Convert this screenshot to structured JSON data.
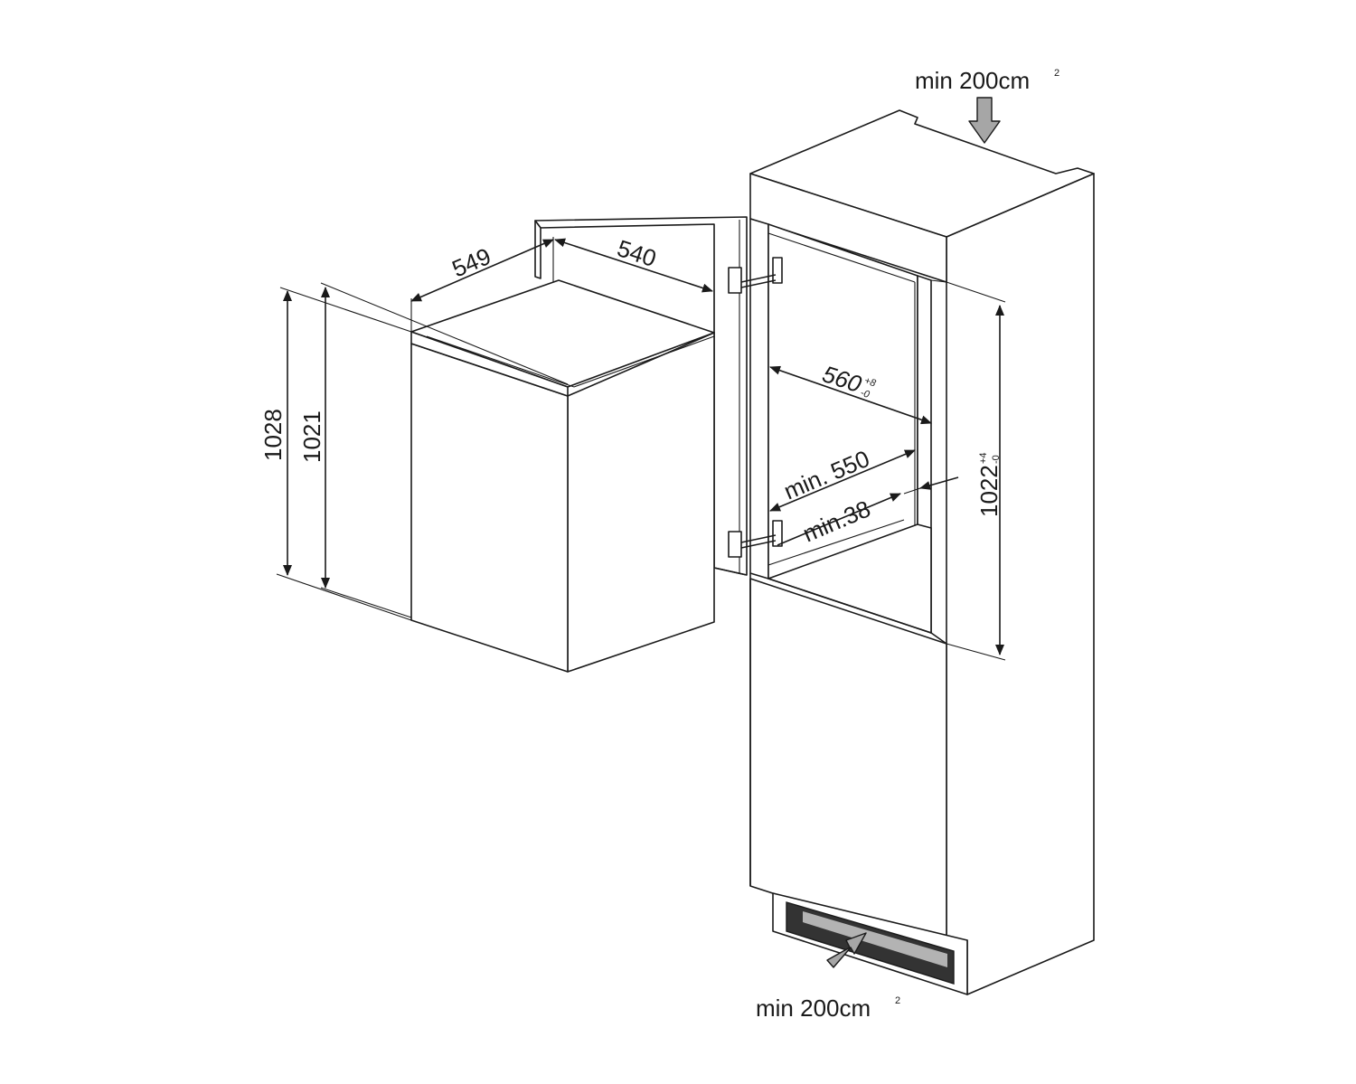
{
  "labels": {
    "vent_top": {
      "text": "min 200cm",
      "sup": "2"
    },
    "vent_bottom": {
      "text": "min 200cm",
      "sup": "2"
    },
    "depth_549": "549",
    "width_540": "540",
    "height_1028": "1028",
    "height_1021": "1021",
    "niche_width": {
      "text": "560",
      "sup_plus": "+8",
      "sup_minus": "-0"
    },
    "niche_depth": "min. 550",
    "clearance": "min.38",
    "niche_height": {
      "text": "1022",
      "sup_plus": "+4",
      "sup_minus": "-0"
    }
  },
  "colors": {
    "line": "#1a1a1a",
    "arrow_fill": "#a6a6a6",
    "vent_inner": "#b3b3b3",
    "vent_dark": "#333333"
  }
}
